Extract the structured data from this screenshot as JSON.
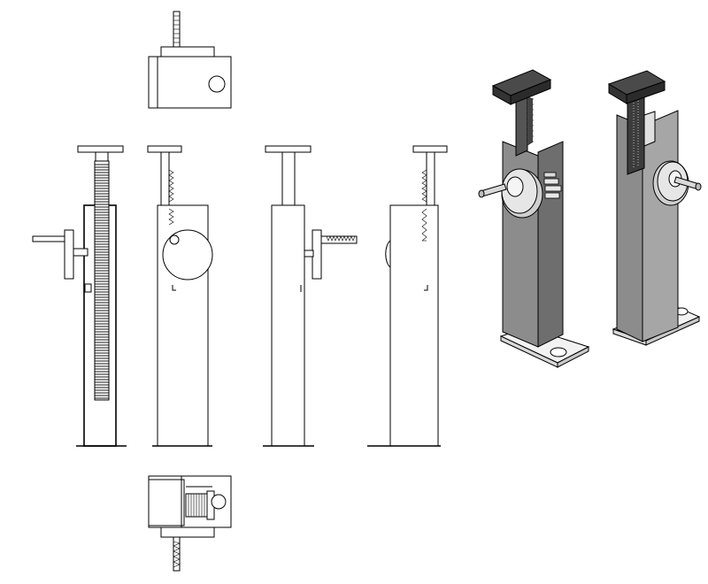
{
  "drawing": {
    "views": [
      {
        "id": "top-view",
        "kind": "orthographic"
      },
      {
        "id": "front-view",
        "kind": "orthographic"
      },
      {
        "id": "left-side-view",
        "kind": "orthographic"
      },
      {
        "id": "back-view",
        "kind": "orthographic"
      },
      {
        "id": "right-side-view",
        "kind": "orthographic"
      },
      {
        "id": "bottom-view",
        "kind": "orthographic"
      },
      {
        "id": "isometric-view-front",
        "kind": "isometric"
      },
      {
        "id": "isometric-view-rear",
        "kind": "isometric"
      }
    ],
    "colors": {
      "line": "#000000",
      "background": "#ffffff",
      "cap_dark": "#333333",
      "cap_top": "#4a4a4a",
      "body_grey": "#8c8c8c",
      "body_grey_light": "#a6a6a6",
      "body_grey_dark": "#6e6e6e",
      "handwheel_light": "#e6e6e6",
      "base_plate": "#f2f2f2"
    }
  }
}
